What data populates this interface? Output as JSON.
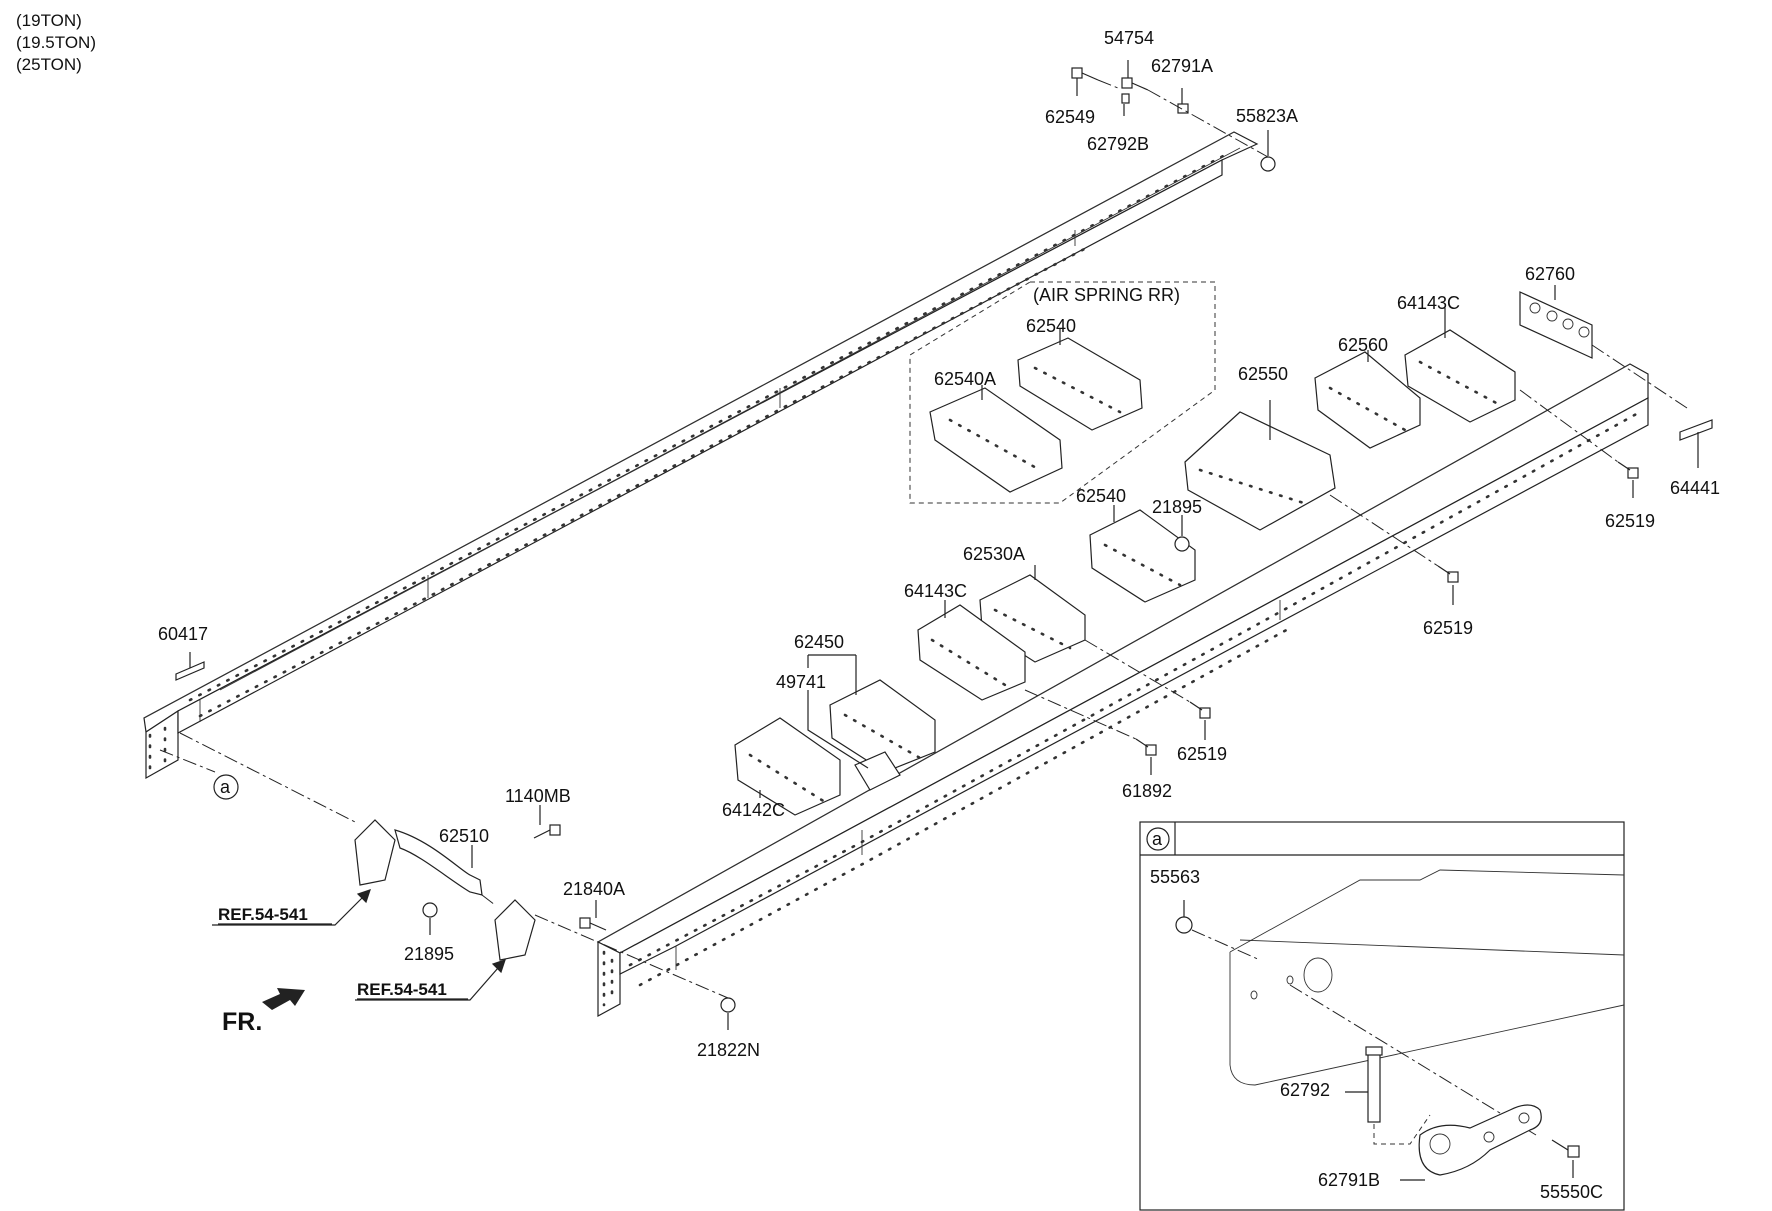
{
  "header": {
    "lines": [
      "(19TON)",
      "(19.5TON)",
      "(25TON)"
    ]
  },
  "group_label": "(AIR SPRING RR)",
  "callouts": {
    "p54754": "54754",
    "p62791A": "62791A",
    "p62549": "62549",
    "p62792B": "62792B",
    "p55823A": "55823A",
    "p62760": "62760",
    "p64143C_top": "64143C",
    "p62540_top": "62540",
    "p62540A": "62540A",
    "p62550": "62550",
    "p62560": "62560",
    "p64441": "64441",
    "p62519_a": "62519",
    "p62540_mid": "62540",
    "p21895_top": "21895",
    "p62530A": "62530A",
    "p62519_b": "62519",
    "p64143C_mid": "64143C",
    "p62450": "62450",
    "p49741": "49741",
    "p62519_c": "62519",
    "p61892": "61892",
    "p64142C": "64142C",
    "p60417": "60417",
    "p1140MB": "1140MB",
    "p62510": "62510",
    "p21840A": "21840A",
    "p21895_bot": "21895",
    "p21822N": "21822N"
  },
  "references": {
    "ref1": "REF.54-541",
    "ref2": "REF.54-541"
  },
  "circle_marker": "a",
  "direction": "FR.",
  "detail_box": {
    "marker": "a",
    "p55563": "55563",
    "p62792": "62792",
    "p62791B": "62791B",
    "p55550C": "55550C"
  }
}
